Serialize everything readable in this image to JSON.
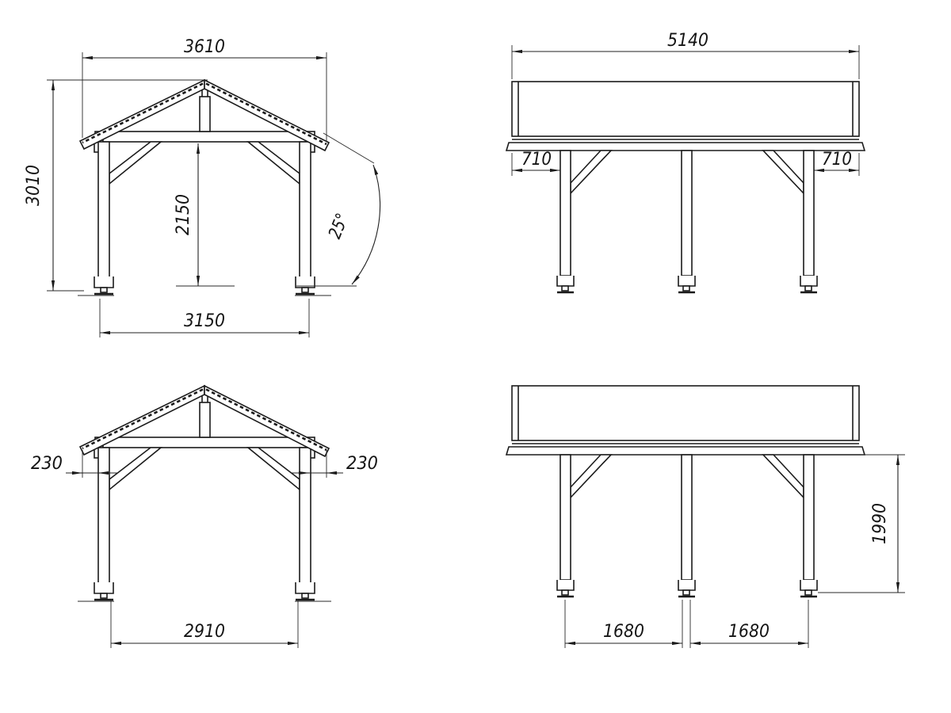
{
  "page": {
    "background": "#ffffff",
    "line_color": "#1b1b1b",
    "text_color": "#141414"
  },
  "views": {
    "front_top": {
      "dims": {
        "roof_width": "3610",
        "overall_height": "3010",
        "clearance_height": "2150",
        "roof_pitch": "25°",
        "post_span": "3150"
      }
    },
    "side_top": {
      "dims": {
        "roof_length": "5140",
        "overhang_left": "710",
        "overhang_right": "710"
      }
    },
    "front_bottom": {
      "dims": {
        "eave_overhang_left": "230",
        "eave_overhang_right": "230",
        "clear_span": "2910"
      }
    },
    "side_bottom": {
      "dims": {
        "post_height": "1990",
        "bay_spacing_1": "1680",
        "bay_spacing_2": "1680"
      }
    }
  }
}
